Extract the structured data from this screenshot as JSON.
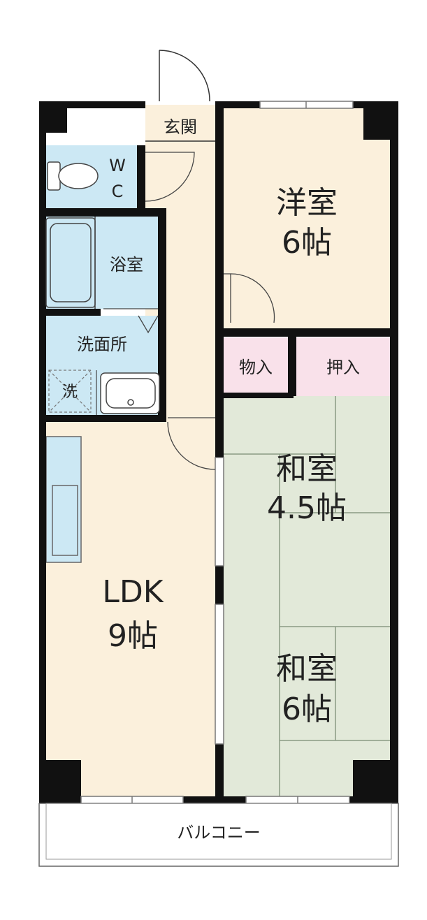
{
  "rooms": {
    "genkan": "玄関",
    "wc_w": "W",
    "wc_c": "C",
    "bath": "浴室",
    "washroom": "洗面所",
    "washer": "洗",
    "western_name": "洋室",
    "western_size": "6帖",
    "closet": "物入",
    "oshiire": "押入",
    "japanese1_name": "和室",
    "japanese1_size": "4.5帖",
    "japanese2_name": "和室",
    "japanese2_size": "6帖",
    "ldk_name": "LDK",
    "ldk_size": "9帖",
    "balcony": "バルコニー"
  },
  "colors": {
    "wall": "#111111",
    "western": "#fbf0dc",
    "ldk": "#fbf0dc",
    "hall": "#fbf0dc",
    "wet": "#cce8f4",
    "closet": "#f9e1ea",
    "tatami": "#e2e9d9",
    "tatami_line": "#8a9a84"
  }
}
